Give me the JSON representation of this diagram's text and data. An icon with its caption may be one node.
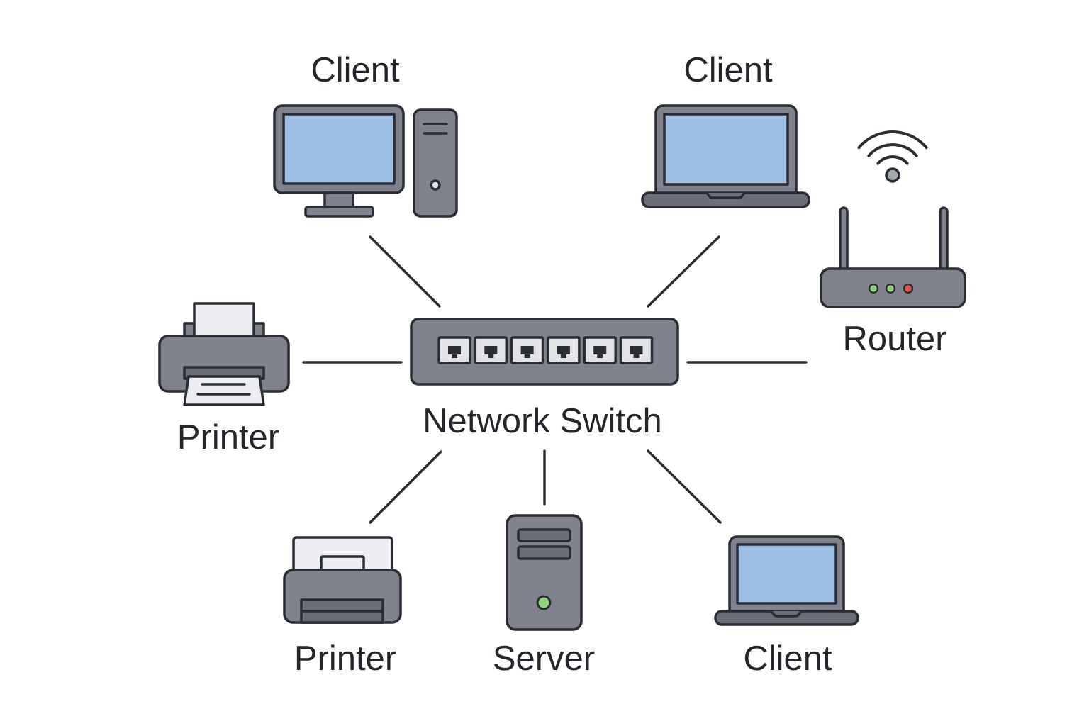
{
  "diagram": {
    "nodes": [
      {
        "text": [
          "Client"
        ]
      },
      {
        "text": [
          "Client"
        ]
      },
      {
        "text": [
          "Router"
        ]
      },
      {
        "text": [
          "Printer"
        ]
      },
      {
        "text": [
          "Network Switch"
        ]
      },
      {
        "text": [
          "Printer"
        ]
      },
      {
        "text": [
          "Server"
        ]
      },
      {
        "text": [
          "Client"
        ]
      }
    ],
    "edges": [
      {
        "from": 4,
        "to": 0,
        "arrow": "none"
      },
      {
        "from": 4,
        "to": 1,
        "arrow": "none"
      },
      {
        "from": 4,
        "to": 3,
        "arrow": "none"
      },
      {
        "from": 4,
        "to": 2,
        "arrow": "none"
      },
      {
        "from": 4,
        "to": 5,
        "arrow": "none"
      },
      {
        "from": 4,
        "to": 6,
        "arrow": "none"
      },
      {
        "from": 4,
        "to": 7,
        "arrow": "none"
      }
    ]
  }
}
